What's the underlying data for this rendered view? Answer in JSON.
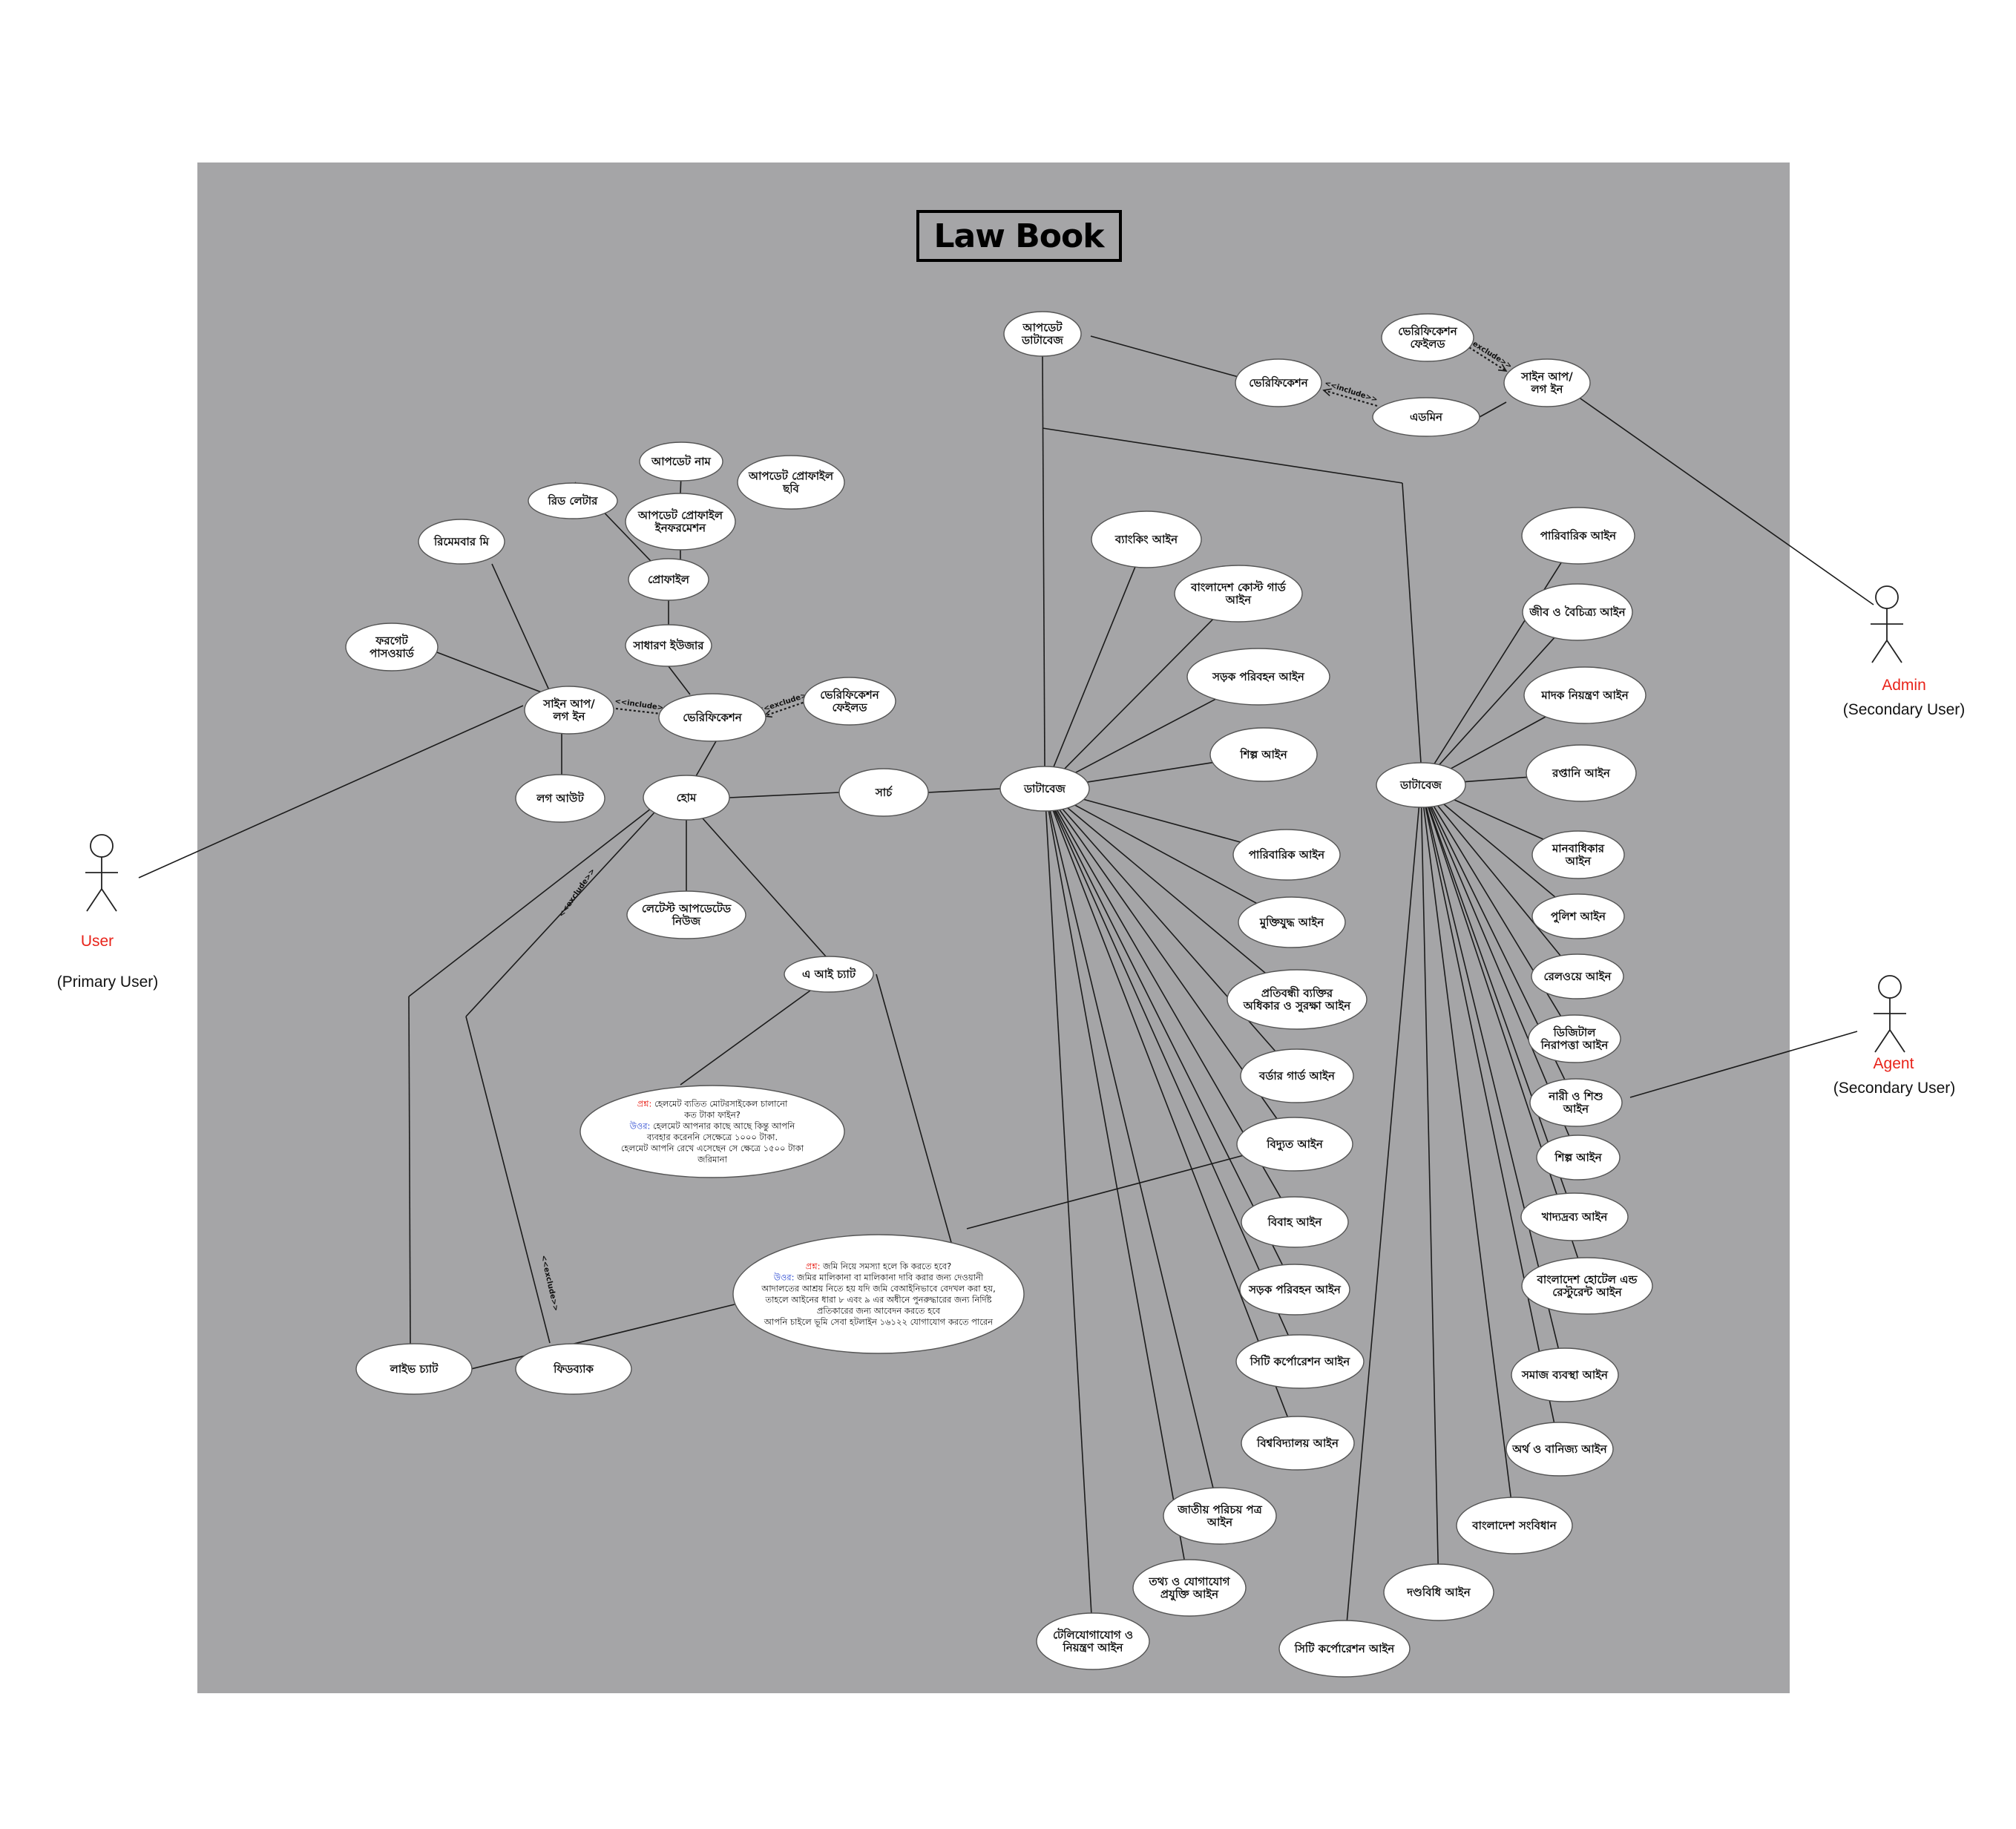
{
  "title": "Law Book",
  "actors": [
    {
      "id": "user",
      "name": "User",
      "role": "(Primary User)"
    },
    {
      "id": "admin",
      "name": "Admin",
      "role": "(Secondary User)"
    },
    {
      "id": "agent",
      "name": "Agent",
      "role": "(Secondary User)"
    }
  ],
  "use_cases": [
    {
      "id": "update_name",
      "lines": [
        "আপডেট নাম"
      ]
    },
    {
      "id": "update_photo",
      "lines": [
        "আপডেট প্রোফাইল",
        "ছবি"
      ]
    },
    {
      "id": "read_letter",
      "lines": [
        "রিড লেটার"
      ]
    },
    {
      "id": "update_info",
      "lines": [
        "আপডেট প্রোফাইল",
        "ইনফরমেশন"
      ]
    },
    {
      "id": "remember_me",
      "lines": [
        "রিমেমবার মি"
      ]
    },
    {
      "id": "profile",
      "lines": [
        "প্রোফাইল"
      ]
    },
    {
      "id": "forgot_password",
      "lines": [
        "ফরগেট",
        "পাসওয়ার্ড"
      ]
    },
    {
      "id": "general_user",
      "lines": [
        "সাধারণ ইউজার"
      ]
    },
    {
      "id": "signin_user",
      "lines": [
        "সাইন আপ/",
        "লগ ইন"
      ]
    },
    {
      "id": "verification_user",
      "lines": [
        "ভেরিফিকেশন"
      ]
    },
    {
      "id": "verif_failed_user",
      "lines": [
        "ভেরিফিকেশন",
        "ফেইলড"
      ]
    },
    {
      "id": "logout",
      "lines": [
        "লগ আউট"
      ]
    },
    {
      "id": "home",
      "lines": [
        "হোম"
      ]
    },
    {
      "id": "search",
      "lines": [
        "সার্চ"
      ]
    },
    {
      "id": "latest_news",
      "lines": [
        "লেটেস্ট আপডেটেড",
        "নিউজ"
      ]
    },
    {
      "id": "ai_chat",
      "lines": [
        "এ আই চ্যাট"
      ]
    },
    {
      "id": "live_chat",
      "lines": [
        "লাইভ চ্যাট"
      ]
    },
    {
      "id": "feedback",
      "lines": [
        "ফিডব্যাক"
      ]
    },
    {
      "id": "update_db",
      "lines": [
        "আপডেট",
        "ডাটাবেজ"
      ]
    },
    {
      "id": "verification_admin",
      "lines": [
        "ভেরিফিকেশন"
      ]
    },
    {
      "id": "verif_failed_admin",
      "lines": [
        "ভেরিফিকেশন",
        "ফেইলড"
      ]
    },
    {
      "id": "signin_admin",
      "lines": [
        "সাইন আপ/",
        "লগ ইন"
      ]
    },
    {
      "id": "admin_uc",
      "lines": [
        "এডমিন"
      ]
    },
    {
      "id": "db1",
      "lines": [
        "ডাটাবেজ"
      ]
    },
    {
      "id": "db2",
      "lines": [
        "ডাটাবেজ"
      ]
    },
    {
      "id": "l_banking",
      "lines": [
        "ব্যাংকিং আইন"
      ]
    },
    {
      "id": "l_coastguard",
      "lines": [
        "বাংলাদেশ কোস্ট গার্ড",
        "আইন"
      ]
    },
    {
      "id": "l_road1",
      "lines": [
        "সড়ক পরিবহন আইন"
      ]
    },
    {
      "id": "l_industry1",
      "lines": [
        "শিল্প আইন"
      ]
    },
    {
      "id": "l_family1",
      "lines": [
        "পারিবারিক আইন"
      ]
    },
    {
      "id": "l_liberation",
      "lines": [
        "মুক্তিযুদ্ধ আইন"
      ]
    },
    {
      "id": "l_disability",
      "lines": [
        "প্রতিবন্ধী ব্যক্তির",
        "অধিকার ও সুরক্ষা আইন"
      ]
    },
    {
      "id": "l_border",
      "lines": [
        "বর্ডার গার্ড আইন"
      ]
    },
    {
      "id": "l_electricity",
      "lines": [
        "বিদ্যুত আইন"
      ]
    },
    {
      "id": "l_marriage",
      "lines": [
        "বিবাহ আইন"
      ]
    },
    {
      "id": "l_road2",
      "lines": [
        "সড়ক পরিবহন আইন"
      ]
    },
    {
      "id": "l_citycorp1",
      "lines": [
        "সিটি কর্পোরেশন আইন"
      ]
    },
    {
      "id": "l_university",
      "lines": [
        "বিশ্ববিদ্যালয় আইন"
      ]
    },
    {
      "id": "l_nid",
      "lines": [
        "জাতীয় পরিচয় পত্র",
        "আইন"
      ]
    },
    {
      "id": "l_ict",
      "lines": [
        "তথ্য ও যোগাযোগ",
        "প্রযুক্তি আইন"
      ]
    },
    {
      "id": "l_telecom",
      "lines": [
        "টেলিযোগাযোগ ও",
        "নিয়ন্ত্রণ আইন"
      ]
    },
    {
      "id": "l_family2",
      "lines": [
        "পারিবারিক আইন"
      ]
    },
    {
      "id": "l_biodiversity",
      "lines": [
        "জীব ও বৈচিত্র্য আইন"
      ]
    },
    {
      "id": "l_narcotics",
      "lines": [
        "মাদক নিয়ন্ত্রণ আইন"
      ]
    },
    {
      "id": "l_export",
      "lines": [
        "রপ্তানি আইন"
      ]
    },
    {
      "id": "l_humanrights",
      "lines": [
        "মানবাধিকার",
        "আইন"
      ]
    },
    {
      "id": "l_police",
      "lines": [
        "পুলিশ আইন"
      ]
    },
    {
      "id": "l_railway",
      "lines": [
        "রেলওয়ে আইন"
      ]
    },
    {
      "id": "l_digital",
      "lines": [
        "ডিজিটাল",
        "নিরাপত্তা আইন"
      ]
    },
    {
      "id": "l_womenchild",
      "lines": [
        "নারী ও শিশু",
        "আইন"
      ]
    },
    {
      "id": "l_industry2",
      "lines": [
        "শিল্প আইন"
      ]
    },
    {
      "id": "l_food",
      "lines": [
        "খাদ্যদ্রব্য আইন"
      ]
    },
    {
      "id": "l_hotel",
      "lines": [
        "বাংলাদেশ হোটেল এন্ড",
        "রেস্টুরেন্ট আইন"
      ]
    },
    {
      "id": "l_social",
      "lines": [
        "সমাজ ব্যবস্থা আইন"
      ]
    },
    {
      "id": "l_finance",
      "lines": [
        "অর্থ ও বানিজ্য আইন"
      ]
    },
    {
      "id": "l_constitution",
      "lines": [
        "বাংলাদেশ সংবিধান"
      ]
    },
    {
      "id": "l_penal",
      "lines": [
        "দণ্ডবিধি আইন"
      ]
    },
    {
      "id": "l_citycorp2",
      "lines": [
        "সিটি কর্পোরেশন আইন"
      ]
    }
  ],
  "stereotypes": {
    "include": "<<include>>",
    "exclude": "<<exclude>>"
  },
  "notes": [
    {
      "id": "note_helmet",
      "question_label": "প্রশ্ন:",
      "question": "হেলমেট ব্যতিত মোটরসাইকেল চালানো",
      "question_cont": "কত টাকা ফাইন?",
      "answer_label": "উওর:",
      "answer": "হেলমেট আপনার কাছে আছে কিন্তু আপনি",
      "answer_lines": [
        "ব্যবহার করেননি সেক্ষেত্রে ১০০০ টাকা.",
        "হেলমেট আপনি রেখে এসেছেন সে ক্ষেত্রে ১৫০০ টাকা",
        "জরিমানা"
      ]
    },
    {
      "id": "note_land",
      "question_label": "প্রশ্ন:",
      "question": "জমি নিয়ে সমস্যা হলে কি করতে হবে?",
      "answer_label": "উওর:",
      "answer": "জমির মালিকানা বা মালিকানা দাবি করার জন্য দেওয়ানী",
      "answer_lines": [
        "আদালতের আশ্রয় নিতে হয় যদি জমি বেআইনিভাবে বেদখল করা হয়,",
        "তাহলে আইনের ধারা ৮ এবং ৯ এর অধীনে পুনরুদ্ধারের জন্য নির্দিষ্ট",
        "প্রতিকারের জন্য আবেদন করতে হবে",
        "আপনি চাইলে ভূমি সেবা হটলাইন ১৬১২২ যোগাযোগ করতে পারেন"
      ]
    }
  ],
  "colors": {
    "panel": "#a5a5a7",
    "actor_name": "#e8231a",
    "question_label": "#e8231a",
    "answer_label": "#1f3fcf"
  }
}
